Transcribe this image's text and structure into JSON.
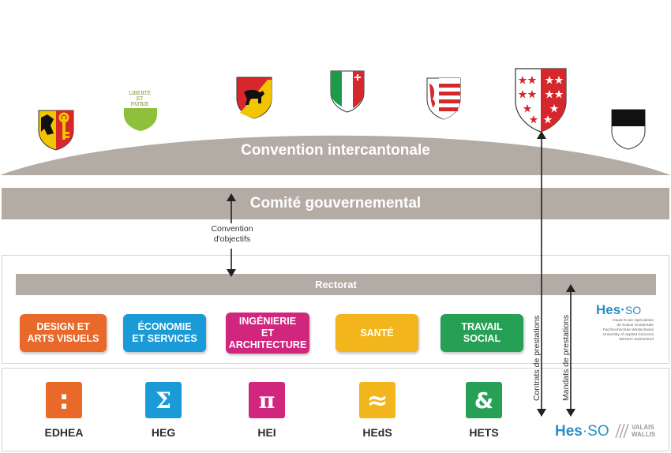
{
  "cantons": [
    {
      "name": "geneve-coat-of-arms"
    },
    {
      "name": "vaud-coat-of-arms",
      "motto": [
        "LIBERTÉ",
        "ET",
        "PATRIE"
      ]
    },
    {
      "name": "bern-coat-of-arms"
    },
    {
      "name": "neuchatel-coat-of-arms"
    },
    {
      "name": "jura-coat-of-arms"
    },
    {
      "name": "valais-coat-of-arms"
    },
    {
      "name": "fribourg-coat-of-arms"
    }
  ],
  "convention_intercantonale": "Convention intercantonale",
  "comite_gouvernemental": "Comité gouvernemental",
  "convention_objectifs": [
    "Convention",
    "d'objectifs"
  ],
  "rectorat": "Rectorat",
  "contrats_prestations": "Contrats de prestations",
  "mandats_prestations": "Mandats de prestations",
  "domains": [
    {
      "label": [
        "DESIGN ET",
        "ARTS VISUELS"
      ],
      "color": "#e8692a"
    },
    {
      "label": [
        "ÉCONOMIE",
        "ET SERVICES"
      ],
      "color": "#1a9ad6"
    },
    {
      "label": [
        "INGÉNIERIE",
        "ET",
        "ARCHITECTURE"
      ],
      "color": "#d0267e"
    },
    {
      "label": [
        "SANTÉ"
      ],
      "color": "#f2b51b"
    },
    {
      "label": [
        "TRAVAIL",
        "SOCIAL"
      ],
      "color": "#25a055"
    }
  ],
  "schools": [
    {
      "acronym": "EDHEA",
      "symbol": ":",
      "color": "#e8692a"
    },
    {
      "acronym": "HEG",
      "symbol": "Σ",
      "color": "#1a9ad6"
    },
    {
      "acronym": "HEI",
      "symbol": "π",
      "color": "#d0267e"
    },
    {
      "acronym": "HEdS",
      "symbol": "≈",
      "color": "#f2b51b"
    },
    {
      "acronym": "HETS",
      "symbol": "&",
      "color": "#25a055"
    }
  ],
  "hesso_logo": {
    "main": "Hes",
    "dot": "·",
    "so": "SO",
    "lines": [
      "Haute Ecole Spécialisée",
      "de Suisse occidentale",
      "Fachhochschule Westschweiz",
      "University of Applied Sciences",
      "Western Switzerland"
    ]
  },
  "hesso_valais_logo": {
    "main": "Hes",
    "so": "·SO",
    "lines": [
      "VALAIS",
      "WALLIS"
    ]
  }
}
